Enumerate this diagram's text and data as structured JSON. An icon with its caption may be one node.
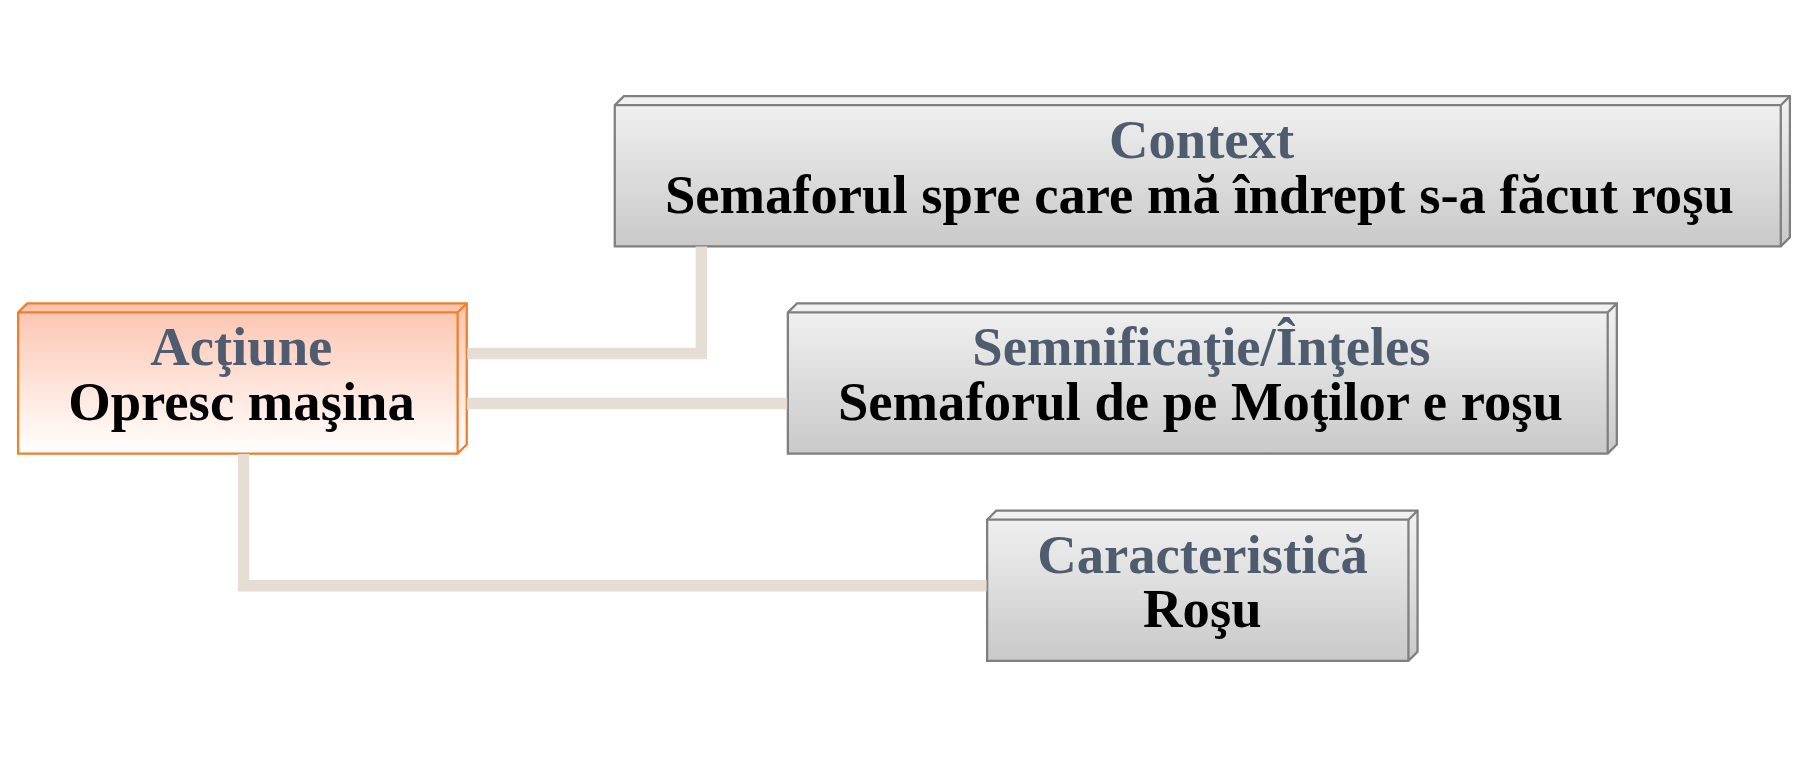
{
  "diagram": {
    "nodes": [
      {
        "text": [
          "Acţiune",
          "Opresc maşina"
        ]
      },
      {
        "text": [
          "Context",
          "Semaforul spre care mă îndrept s-a făcut roşu"
        ]
      },
      {
        "text": [
          "Semnificaţie/Înţeles",
          "Semaforul de pe Moţilor e roşu"
        ]
      },
      {
        "text": [
          "Caracteristică",
          "Roşu"
        ]
      }
    ],
    "edges": [
      {
        "from": 0,
        "to": 1,
        "arrow": "none"
      },
      {
        "from": 0,
        "to": 2,
        "arrow": "none"
      },
      {
        "from": 0,
        "to": 3,
        "arrow": "none"
      }
    ]
  }
}
